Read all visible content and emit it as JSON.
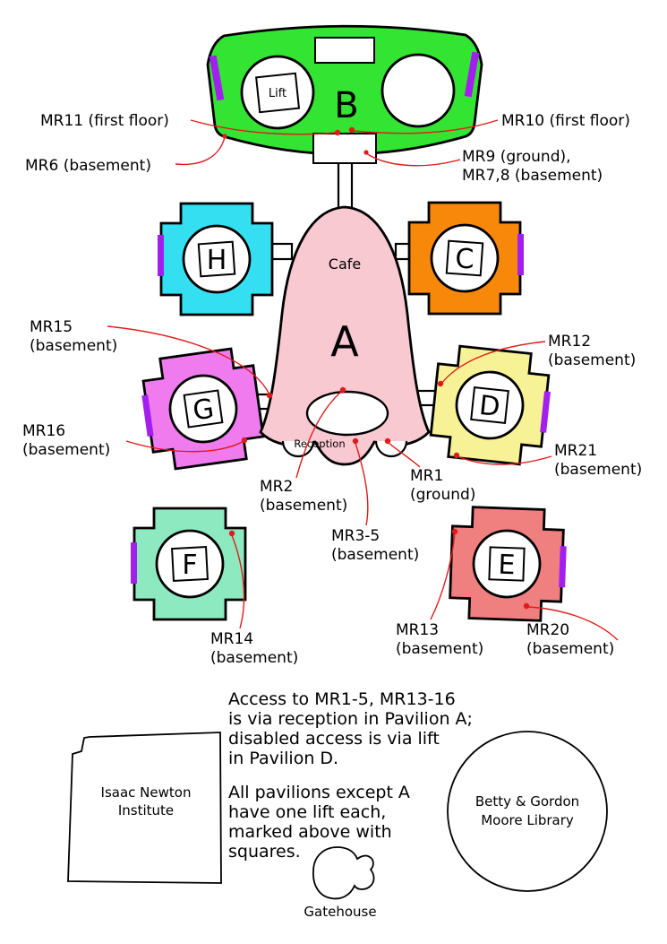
{
  "colors": {
    "green": "#33e433",
    "yellow_segment": "#f6ee00",
    "red_segment": "#ee1111",
    "purple": "#a21ff0",
    "cyan": "#35dff2",
    "orange": "#f8880a",
    "violet": "#ef7bef",
    "pale_yellow": "#f7f295",
    "aquamarine": "#8deac0",
    "coral": "#f07f7f",
    "pink": "#f9c9d1",
    "leader": "#e01b1b"
  },
  "pavilions": {
    "a": {
      "letter": "A",
      "cafe_label": "Cafe",
      "reception_label": "Reception"
    },
    "b": {
      "letter": "B",
      "lift_label": "Lift"
    },
    "c": {
      "letter": "C"
    },
    "d": {
      "letter": "D"
    },
    "e": {
      "letter": "E"
    },
    "f": {
      "letter": "F"
    },
    "g": {
      "letter": "G"
    },
    "h": {
      "letter": "H"
    }
  },
  "room_labels": {
    "mr11": "MR11 (first floor)",
    "mr6": "MR6 (basement)",
    "mr10": "MR10 (first floor)",
    "mr9_line1": "MR9 (ground),",
    "mr9_line2": "MR7,8 (basement)",
    "mr15_line1": "MR15",
    "mr15_line2": "(basement)",
    "mr16_line1": "MR16",
    "mr16_line2": "(basement)",
    "mr12_line1": "MR12",
    "mr12_line2": "(basement)",
    "mr21_line1": "MR21",
    "mr21_line2": "(basement)",
    "mr2_line1": "MR2",
    "mr2_line2": "(basement)",
    "mr35_line1": "MR3-5",
    "mr35_line2": "(basement)",
    "mr1_line1": "MR1",
    "mr1_line2": "(ground)",
    "mr14_line1": "MR14",
    "mr14_line2": "(basement)",
    "mr13_line1": "MR13",
    "mr13_line2": "(basement)",
    "mr20_line1": "MR20",
    "mr20_line2": "(basement)"
  },
  "notes": {
    "access_line1": "Access to MR1-5, MR13-16",
    "access_line2": "is via reception in Pavilion A;",
    "access_line3": "disabled access is via lift",
    "access_line4": "in Pavilion D.",
    "lifts_line1": "All pavilions except A",
    "lifts_line2": "have one lift each,",
    "lifts_line3": "marked above with",
    "lifts_line4": "squares."
  },
  "buildings": {
    "institute_line1": "Isaac Newton",
    "institute_line2": "Institute",
    "gatehouse": "Gatehouse",
    "library_line1": "Betty & Gordon",
    "library_line2": "Moore  Library"
  }
}
